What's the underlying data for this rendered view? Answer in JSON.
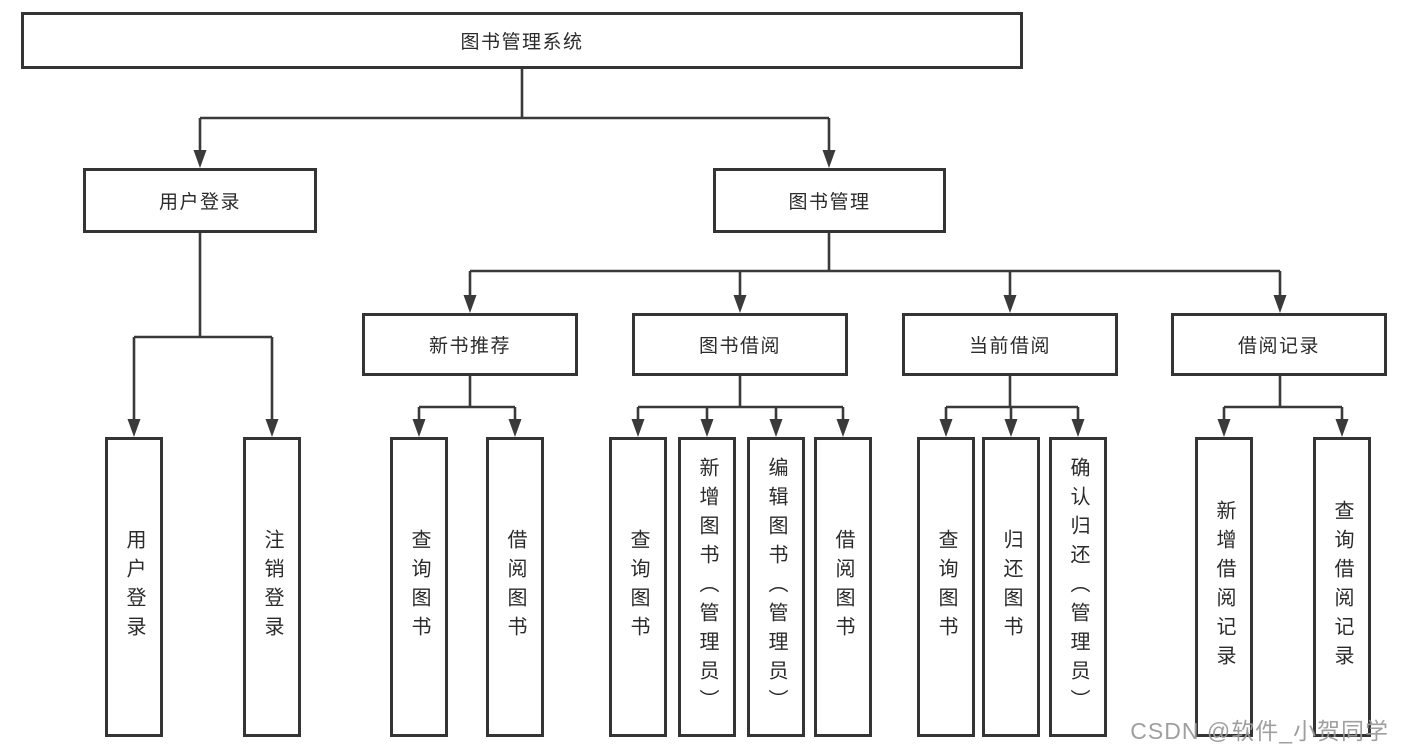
{
  "diagram": {
    "type": "hierarchy-flowchart",
    "tree": {
      "label": "图书管理系统",
      "children": [
        {
          "label": "用户登录",
          "children": [
            {
              "label": "用户登录"
            },
            {
              "label": "注销登录"
            }
          ]
        },
        {
          "label": "图书管理",
          "children": [
            {
              "label": "新书推荐",
              "children": [
                {
                  "label": "查询图书"
                },
                {
                  "label": "借阅图书"
                }
              ]
            },
            {
              "label": "图书借阅",
              "children": [
                {
                  "label": "查询图书"
                },
                {
                  "label": "新增图书（管理员）"
                },
                {
                  "label": "编辑图书（管理员）"
                },
                {
                  "label": "借阅图书"
                }
              ]
            },
            {
              "label": "当前借阅",
              "children": [
                {
                  "label": "查询图书"
                },
                {
                  "label": "归还图书"
                },
                {
                  "label": "确认归还（管理员）"
                }
              ]
            },
            {
              "label": "借阅记录",
              "children": [
                {
                  "label": "新增借阅记录"
                },
                {
                  "label": "查询借阅记录"
                }
              ]
            }
          ]
        }
      ]
    },
    "colors": {
      "line": "#3a3a3a",
      "box_border": "#343434",
      "text": "#2b2b2b",
      "watermark": "#9a9a9a",
      "background": "#ffffff"
    }
  },
  "watermark": "CSDN @软件_小贺同学"
}
